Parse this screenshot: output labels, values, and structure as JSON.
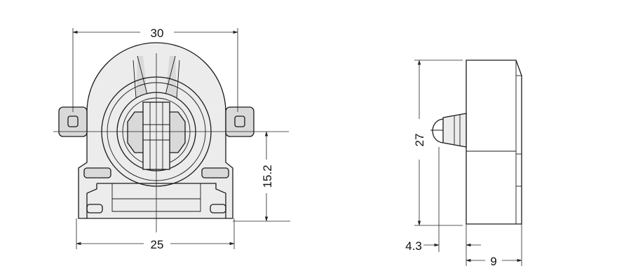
{
  "dimensions": {
    "front_width_top": "30",
    "front_width_bottom": "25",
    "front_height_right": "15.2",
    "side_height": "27",
    "side_offset": "4.3",
    "side_depth": "9"
  },
  "colors": {
    "line": "#1a1a1a",
    "shading": "#d9d9d9",
    "background": "#ffffff"
  }
}
